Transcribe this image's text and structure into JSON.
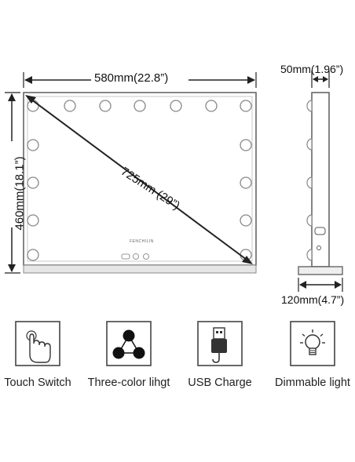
{
  "dimensions": {
    "width": "580mm(22.8”)",
    "height": "460mm(18.1”)",
    "diagonal": "725mm  (29”)",
    "depth": "50mm(1.96”)",
    "base": "120mm(4.7”)"
  },
  "brand": "FENCHILIN",
  "features": [
    {
      "label": "Touch Switch",
      "icon": "touch-hand-icon"
    },
    {
      "label": "Three-color lihgt",
      "icon": "three-color-circles-icon"
    },
    {
      "label": "USB Charge",
      "icon": "usb-plug-icon"
    },
    {
      "label": "Dimmable light",
      "icon": "dimmable-bulb-icon"
    }
  ]
}
